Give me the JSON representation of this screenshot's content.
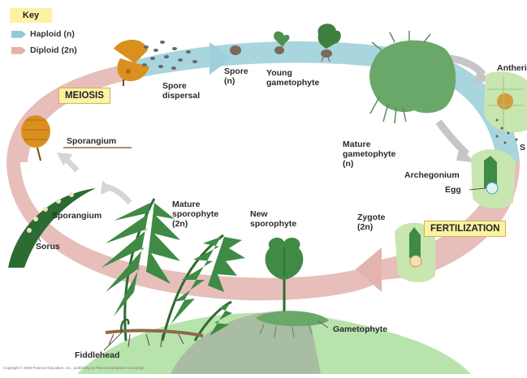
{
  "key": {
    "title": "Key",
    "haploid": "Haploid (n)",
    "diploid": "Diploid (2n)",
    "haploid_color": "#8ecbd6",
    "diploid_color": "#e6b0ab"
  },
  "stages": {
    "meiosis": "MEIOSIS",
    "fertilization": "FERTILIZATION"
  },
  "labels": {
    "spore_dispersal": "Spore\ndispersal",
    "spore": "Spore\n(n)",
    "young_gametophyte": "Young\ngametophyte",
    "antheridium": "Antheri",
    "sperm": "S",
    "mature_gametophyte": "Mature\ngametophyte\n(n)",
    "archegonium": "Archegonium",
    "egg": "Egg",
    "zygote": "Zygote\n(2n)",
    "sporangium_top": "Sporangium",
    "sporangium_left": "Sporangium",
    "sorus": "Sorus",
    "mature_sporophyte": "Mature\nsporophyte\n(2n)",
    "new_sporophyte": "New\nsporophyte",
    "gametophyte": "Gametophyte",
    "fiddlehead": "Fiddlehead",
    "copyright": "Copyright © 2008 Pearson Education, Inc., publishing as Pearson Benjamin Cummings"
  },
  "colors": {
    "plant_green": "#3f8a45",
    "dark_green": "#2c6b32",
    "gametophyte_green": "#6aa86a",
    "sporangium_orange": "#d9901f",
    "ground_green": "#b9e6b0",
    "cell_green": "#c7e6b0"
  }
}
